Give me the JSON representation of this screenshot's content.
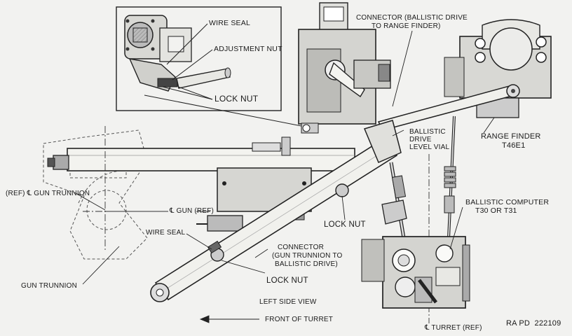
{
  "labels": {
    "wire_seal_top": "WIRE SEAL",
    "adjustment_nut": "ADJUSTMENT NUT",
    "lock_nut_inset": "LOCK NUT",
    "connector_rf_1": "CONNECTOR (BALLISTIC DRIVE",
    "connector_rf_2": "TO RANGE FINDER)",
    "ballistic_1": "BALLISTIC",
    "ballistic_2": "DRIVE",
    "ballistic_3": "LEVEL VIAL",
    "rangefinder_1": "RANGE FINDER",
    "rangefinder_2": "T46E1",
    "gun_trunnion_ref": "(REF) ℄ GUN TRUNNION",
    "gun_ref": "℄ GUN (REF)",
    "computer_1": "BALLISTIC COMPUTER",
    "computer_2": "T30 OR T31",
    "lock_nut_mid": "LOCK NUT",
    "wire_seal_low": "WIRE SEAL",
    "connector_gt_1": "CONNECTOR",
    "connector_gt_2": "(GUN TRUNNION TO",
    "connector_gt_3": "BALLISTIC DRIVE)",
    "lock_nut_low": "LOCK NUT",
    "gun_trunnion": "GUN TRUNNION",
    "left_side_view": "LEFT SIDE VIEW",
    "front_of_turret": "FRONT OF TURRET",
    "turret_ref": "℄ TURRET (REF)",
    "ra_pd": "RA PD  222109"
  }
}
